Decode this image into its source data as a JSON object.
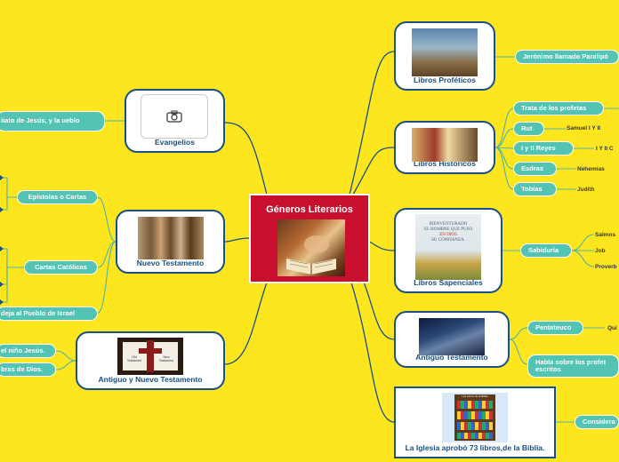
{
  "central": {
    "title": "Géneros Literarios"
  },
  "right_nodes": {
    "profeticos": "Libros Proféticos",
    "historicos": "Libros Históricos",
    "sapienciales": "Libros Sapenciales",
    "antiguo": "Antiguo Testamento",
    "iglesia": "La Iglesia aprobó 73 libros,de la Biblia."
  },
  "left_nodes": {
    "evangelios": "Evangelios",
    "nuevo": "Nuevo Testamento",
    "antiguo_nuevo": "Antiguo y Nuevo Testamento"
  },
  "right_pills": {
    "jeronimo": "Jerónimo llamado Paralipó",
    "profetas": "Trata de los profetas",
    "rut": "Rut",
    "reyes": "I y II Reyes",
    "esdras": "Esdras",
    "tobias": "Tobías",
    "sabiduria": "Sabiduría",
    "pentateuco": "Pentateuco",
    "habla": "Habla sobre los profet escritos",
    "considera": "Considera"
  },
  "right_texts": {
    "samuel": "Samuel I Y II",
    "cronicas": "I Y II C",
    "nehemias": "Nehemías",
    "judith": "Judith",
    "salmos": "Salmos",
    "job": "Job",
    "proverbios": "Proverb",
    "qui": "Qui"
  },
  "left_pills": {
    "apostolado": "iiato de Jesús, y la ueblo",
    "epistolas": "Epístolas o Cartas",
    "catolicas": "Cartas Católicas",
    "israel": "deja al Pueblo de Israel",
    "nino": "el niño Jesús.",
    "obras": "bras de Dios."
  },
  "book_image": {
    "line1": "BIENVENTURADO",
    "line2": "EL HOMBRE QUE PUSO",
    "line3": "EN DIOS",
    "line4": "SU CONFIANZA."
  },
  "cross_image": {
    "left": "Old Testament",
    "right": "New Testament"
  },
  "shelf_image": {
    "caption": "Los Libros de la Biblia"
  },
  "colors": {
    "background": "#fde61e",
    "central": "#c8102e",
    "node_border": "#1a4f84",
    "pill": "#53c3b3",
    "connector": "#1a4f84"
  }
}
